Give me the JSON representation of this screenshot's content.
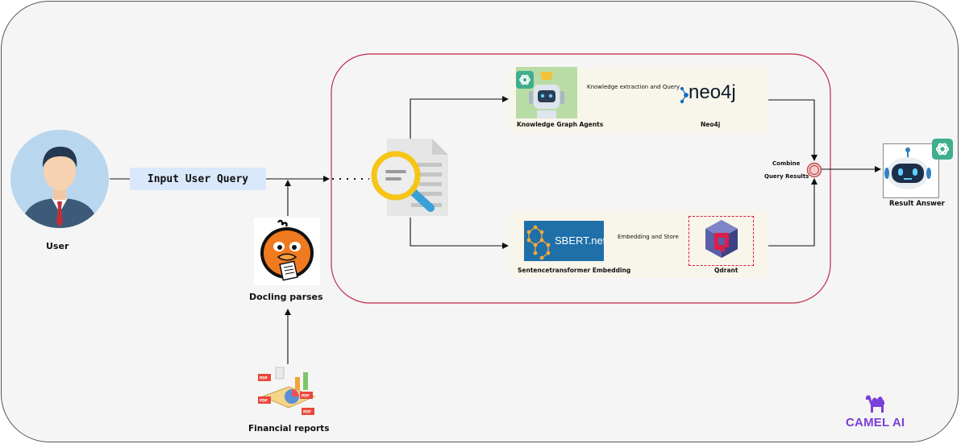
{
  "nodes": {
    "user": "User",
    "input_query": "Input User Query",
    "docling": "Docling parses",
    "financial_reports": "Financial reports",
    "kg_agents": "Knowledge Graph Agents",
    "neo4j_label": "Neo4j",
    "neo4j_logo": "neo4j",
    "sbert_logo": "SBERT.net",
    "sentence_embedding": "Sentencetransformer Embedding",
    "qdrant": "Qdrant",
    "combine_line1": "Combine",
    "combine_line2": "Query Results",
    "result_answer": "Result Answer"
  },
  "edges": {
    "kg_to_neo4j": "Knowledge extraction and Query",
    "sbert_to_qdrant": "Embedding and Store"
  },
  "badges": {
    "pdf": "PDF"
  },
  "brand": {
    "name": "CAMEL AI",
    "color": "#7a3fd9"
  },
  "colors": {
    "pipeline_border": "#c0284a",
    "query_box": "#dae8fc",
    "magnifier_ring": "#f5c518",
    "magnifier_handle": "#3aa0d8",
    "sbert_bg": "#1f6fa8",
    "qdrant_border": "#d81b3c"
  },
  "icons": [
    "user-avatar-icon",
    "document-search-icon",
    "robot-icon",
    "openai-icon",
    "neo4j-logo",
    "sbert-logo",
    "qdrant-logo",
    "combine-node-icon",
    "docling-duck-icon",
    "financial-reports-icon",
    "camel-icon"
  ]
}
